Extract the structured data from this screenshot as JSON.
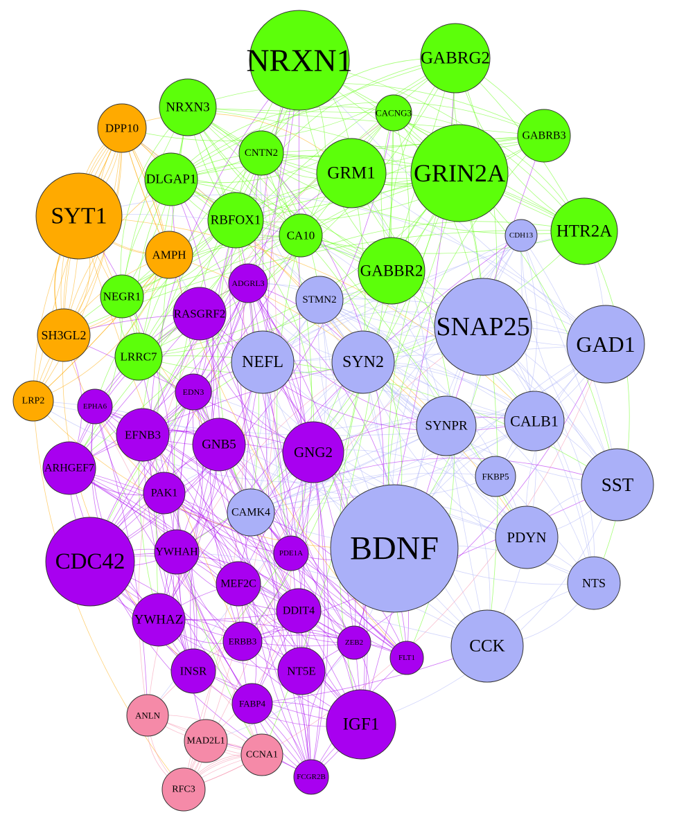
{
  "colors": {
    "module_green": "#5cff0a",
    "module_orange": "#ffaa00",
    "module_lavender": "#aab0f8",
    "module_purple": "#a800f0",
    "module_pink": "#f58aa8"
  },
  "nodes": [
    {
      "id": "NRXN1",
      "label": "NRXN1",
      "module": "module_green"
    },
    {
      "id": "GABRG2",
      "label": "GABRG2",
      "module": "module_green"
    },
    {
      "id": "NRXN3",
      "label": "NRXN3",
      "module": "module_green"
    },
    {
      "id": "CACNG3",
      "label": "CACNG3",
      "module": "module_green"
    },
    {
      "id": "GABRB3",
      "label": "GABRB3",
      "module": "module_green"
    },
    {
      "id": "CNTN2",
      "label": "CNTN2",
      "module": "module_green"
    },
    {
      "id": "GRM1",
      "label": "GRM1",
      "module": "module_green"
    },
    {
      "id": "GRIN2A",
      "label": "GRIN2A",
      "module": "module_green"
    },
    {
      "id": "DLGAP1",
      "label": "DLGAP1",
      "module": "module_green"
    },
    {
      "id": "RBFOX1",
      "label": "RBFOX1",
      "module": "module_green"
    },
    {
      "id": "CA10",
      "label": "CA10",
      "module": "module_green"
    },
    {
      "id": "HTR2A",
      "label": "HTR2A",
      "module": "module_green"
    },
    {
      "id": "GABBR2",
      "label": "GABBR2",
      "module": "module_green"
    },
    {
      "id": "NEGR1",
      "label": "NEGR1",
      "module": "module_green"
    },
    {
      "id": "LRRC7",
      "label": "LRRC7",
      "module": "module_green"
    },
    {
      "id": "DPP10",
      "label": "DPP10",
      "module": "module_orange"
    },
    {
      "id": "SYT1",
      "label": "SYT1",
      "module": "module_orange"
    },
    {
      "id": "AMPH",
      "label": "AMPH",
      "module": "module_orange"
    },
    {
      "id": "SH3GL2",
      "label": "SH3GL2",
      "module": "module_orange"
    },
    {
      "id": "LRP2",
      "label": "LRP2",
      "module": "module_orange"
    },
    {
      "id": "CDH13",
      "label": "CDH13",
      "module": "module_lavender"
    },
    {
      "id": "STMN2",
      "label": "STMN2",
      "module": "module_lavender"
    },
    {
      "id": "SNAP25",
      "label": "SNAP25",
      "module": "module_lavender"
    },
    {
      "id": "GAD1",
      "label": "GAD1",
      "module": "module_lavender"
    },
    {
      "id": "NEFL",
      "label": "NEFL",
      "module": "module_lavender"
    },
    {
      "id": "SYN2",
      "label": "SYN2",
      "module": "module_lavender"
    },
    {
      "id": "SYNPR",
      "label": "SYNPR",
      "module": "module_lavender"
    },
    {
      "id": "CALB1",
      "label": "CALB1",
      "module": "module_lavender"
    },
    {
      "id": "FKBP5",
      "label": "FKBP5",
      "module": "module_lavender"
    },
    {
      "id": "SST",
      "label": "SST",
      "module": "module_lavender"
    },
    {
      "id": "CAMK4",
      "label": "CAMK4",
      "module": "module_lavender"
    },
    {
      "id": "BDNF",
      "label": "BDNF",
      "module": "module_lavender"
    },
    {
      "id": "PDYN",
      "label": "PDYN",
      "module": "module_lavender"
    },
    {
      "id": "NTS",
      "label": "NTS",
      "module": "module_lavender"
    },
    {
      "id": "CCK",
      "label": "CCK",
      "module": "module_lavender"
    },
    {
      "id": "ADGRL3",
      "label": "ADGRL3",
      "module": "module_purple"
    },
    {
      "id": "RASGRF2",
      "label": "RASGRF2",
      "module": "module_purple"
    },
    {
      "id": "EDN3",
      "label": "EDN3",
      "module": "module_purple"
    },
    {
      "id": "EPHA6",
      "label": "EPHA6",
      "module": "module_purple"
    },
    {
      "id": "EFNB3",
      "label": "EFNB3",
      "module": "module_purple"
    },
    {
      "id": "GNB5",
      "label": "GNB5",
      "module": "module_purple"
    },
    {
      "id": "GNG2",
      "label": "GNG2",
      "module": "module_purple"
    },
    {
      "id": "ARHGEF7",
      "label": "ARHGEF7",
      "module": "module_purple"
    },
    {
      "id": "PAK1",
      "label": "PAK1",
      "module": "module_purple"
    },
    {
      "id": "CDC42",
      "label": "CDC42",
      "module": "module_purple"
    },
    {
      "id": "YWHAH",
      "label": "YWHAH",
      "module": "module_purple"
    },
    {
      "id": "PDE1A",
      "label": "PDE1A",
      "module": "module_purple"
    },
    {
      "id": "MEF2C",
      "label": "MEF2C",
      "module": "module_purple"
    },
    {
      "id": "DDIT4",
      "label": "DDIT4",
      "module": "module_purple"
    },
    {
      "id": "YWHAZ",
      "label": "YWHAZ",
      "module": "module_purple"
    },
    {
      "id": "ERBB3",
      "label": "ERBB3",
      "module": "module_purple"
    },
    {
      "id": "ZEB2",
      "label": "ZEB2",
      "module": "module_purple"
    },
    {
      "id": "FLT1",
      "label": "FLT1",
      "module": "module_purple"
    },
    {
      "id": "INSR",
      "label": "INSR",
      "module": "module_purple"
    },
    {
      "id": "NT5E",
      "label": "NT5E",
      "module": "module_purple"
    },
    {
      "id": "FABP4",
      "label": "FABP4",
      "module": "module_purple"
    },
    {
      "id": "IGF1",
      "label": "IGF1",
      "module": "module_purple"
    },
    {
      "id": "FCGR2B",
      "label": "FCGR2B",
      "module": "module_purple"
    },
    {
      "id": "ANLN",
      "label": "ANLN",
      "module": "module_pink"
    },
    {
      "id": "MAD2L1",
      "label": "MAD2L1",
      "module": "module_pink"
    },
    {
      "id": "CCNA1",
      "label": "CCNA1",
      "module": "module_pink"
    },
    {
      "id": "RFC3",
      "label": "RFC3",
      "module": "module_pink"
    }
  ]
}
